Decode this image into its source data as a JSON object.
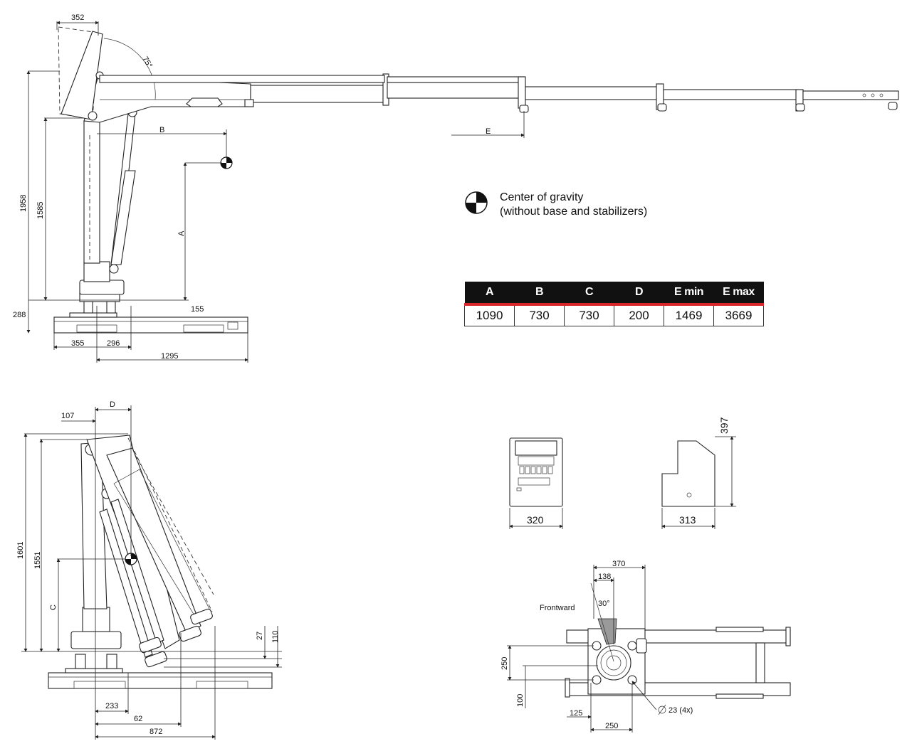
{
  "legend": {
    "icon": "center-of-gravity-icon",
    "line1": "Center of gravity",
    "line2": "(without base and stabilizers)"
  },
  "spec_table": {
    "headers": [
      "A",
      "B",
      "C",
      "D",
      "E min",
      "E max"
    ],
    "values": [
      "1090",
      "730",
      "730",
      "200",
      "1469",
      "3669"
    ],
    "colors": {
      "header_bg": "#111111",
      "header_text": "#ffffff",
      "accent": "#d9262b"
    }
  },
  "side_view": {
    "dims": {
      "top_width": "352",
      "angle": "75°",
      "height_total": "1958",
      "height_column": "1585",
      "base_height": "288",
      "base_plate": "155",
      "b": "B",
      "a": "A",
      "e": "E",
      "base_left": "355",
      "base_mid": "296",
      "base_length": "1295"
    }
  },
  "folded_view": {
    "dims": {
      "offset": "107",
      "d": "D",
      "height_total": "1601",
      "height_column": "1551",
      "c": "C",
      "h27": "27",
      "h110": "110",
      "w233": "233",
      "w62": "62",
      "w872": "872"
    }
  },
  "control_box": {
    "front_width": "320",
    "side_width": "313",
    "side_height": "397"
  },
  "base_top_view": {
    "frontward": "Frontward",
    "angle": "30°",
    "d370": "370",
    "d138": "138",
    "d250_v": "250",
    "d100": "100",
    "d125": "125",
    "d250_h": "250",
    "hole": "23 (4x)"
  }
}
